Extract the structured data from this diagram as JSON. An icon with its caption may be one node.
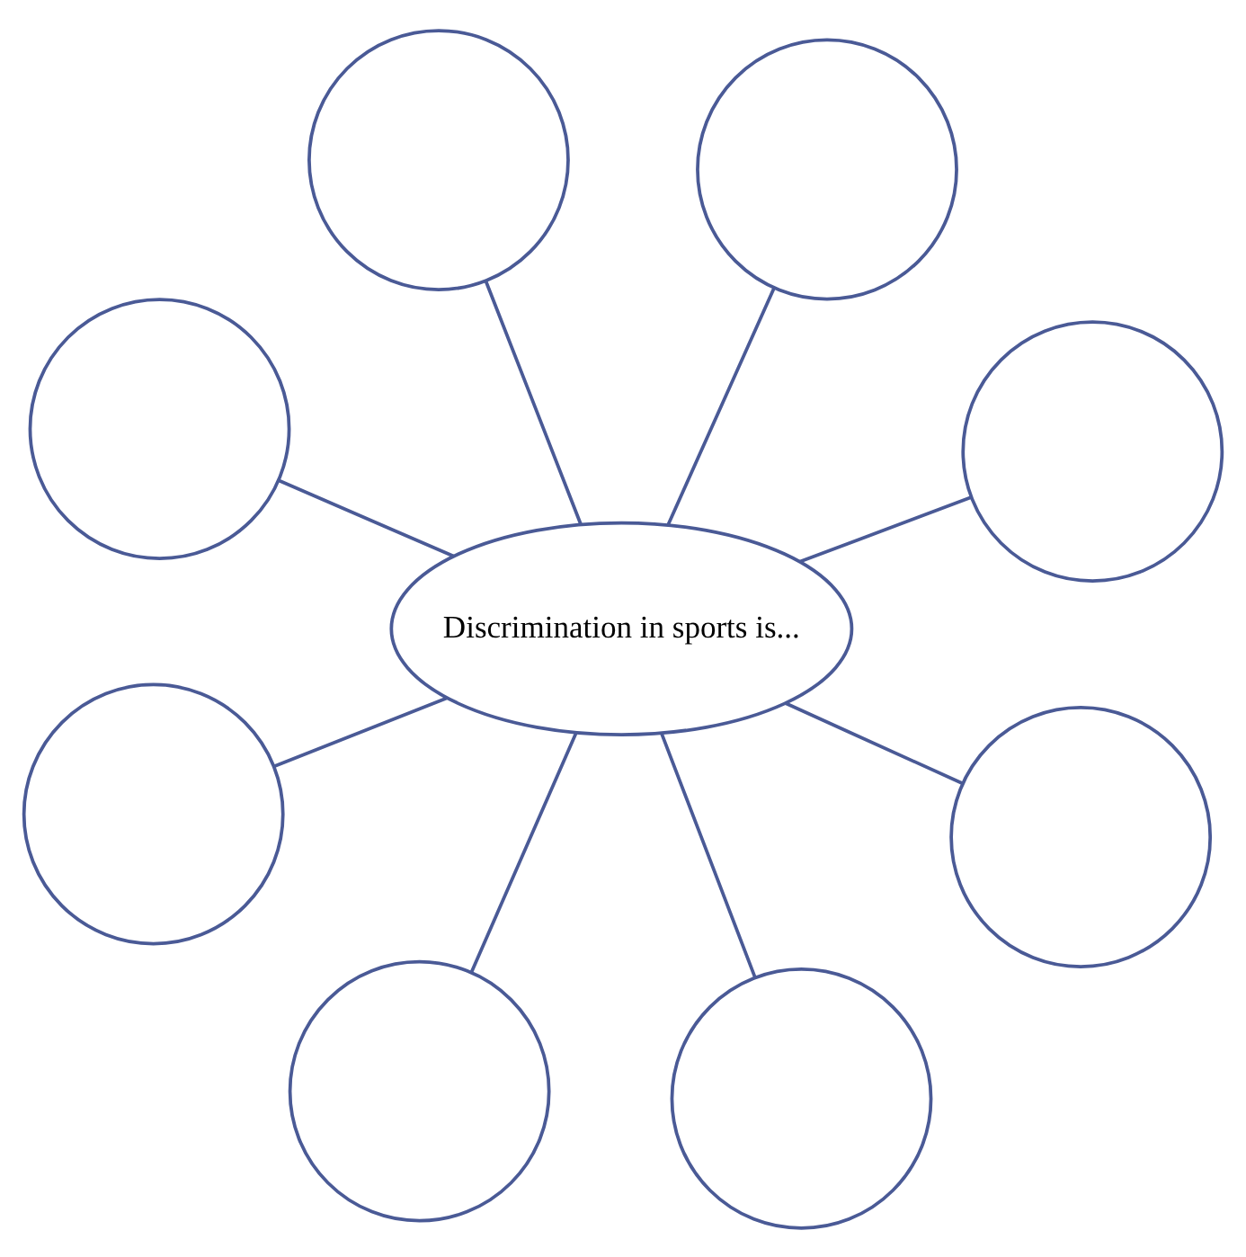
{
  "diagram": {
    "nodes": [
      {
        "text": [],
        "shape": "circle"
      },
      {
        "text": [],
        "shape": "circle"
      },
      {
        "text": [],
        "shape": "circle"
      },
      {
        "text": [],
        "shape": "circle"
      },
      {
        "text": [
          "Discrimination in sports is..."
        ]
      },
      {
        "text": [],
        "shape": "circle"
      },
      {
        "text": [],
        "shape": "circle"
      },
      {
        "text": [],
        "shape": "circle"
      },
      {
        "text": [],
        "shape": "circle"
      }
    ],
    "edges": [
      {
        "from": 4,
        "to": 0,
        "arrow": "none"
      },
      {
        "from": 4,
        "to": 1,
        "arrow": "none"
      },
      {
        "from": 4,
        "to": 2,
        "arrow": "none"
      },
      {
        "from": 4,
        "to": 3,
        "arrow": "none"
      },
      {
        "from": 4,
        "to": 5,
        "arrow": "none"
      },
      {
        "from": 4,
        "to": 6,
        "arrow": "none"
      },
      {
        "from": 4,
        "to": 7,
        "arrow": "none"
      },
      {
        "from": 4,
        "to": 8,
        "arrow": "none"
      }
    ]
  }
}
